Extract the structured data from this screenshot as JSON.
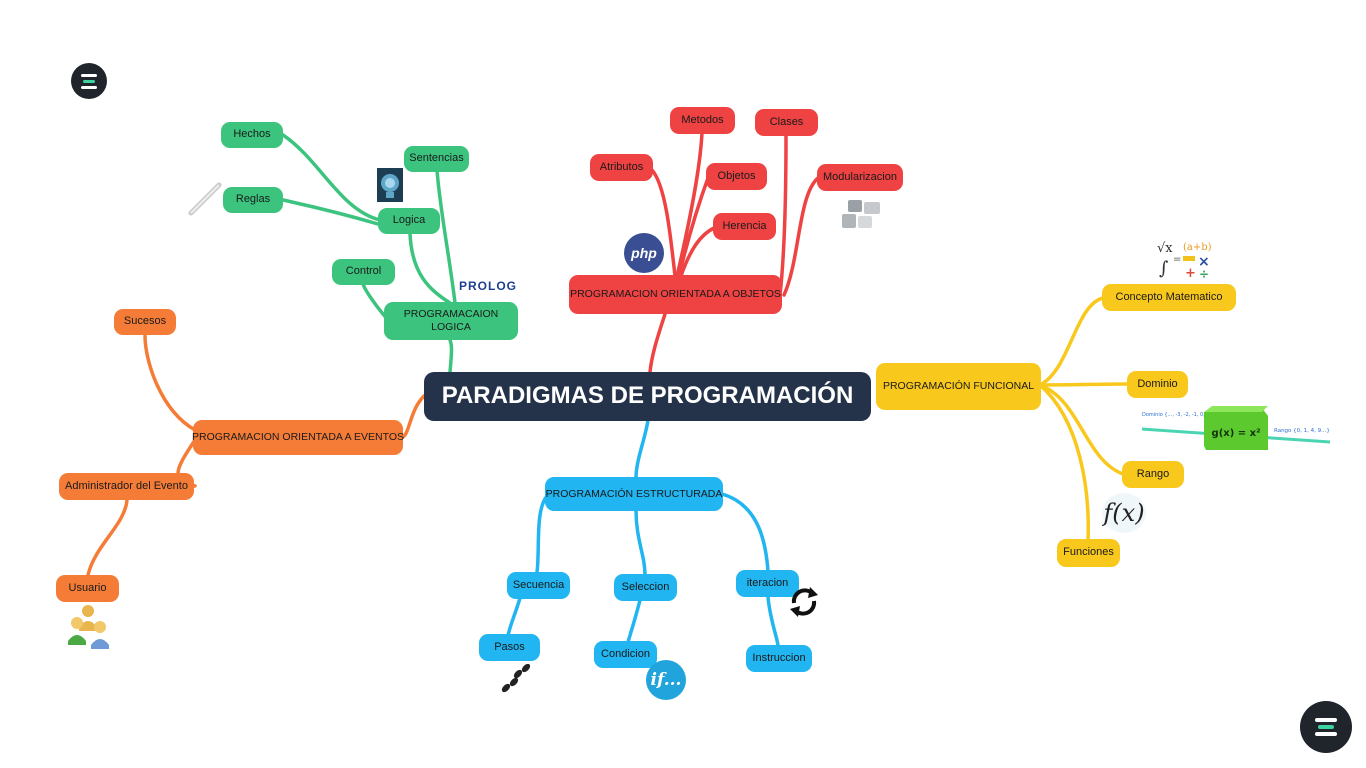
{
  "central": "PARADIGMAS DE PROGRAMACIÓN",
  "branches": {
    "logica": {
      "title": "PROGRAMACAION\nLOGICA",
      "control": "Control",
      "sentencias": "Sentencias",
      "logica": "Logica",
      "hechos": "Hechos",
      "reglas": "Reglas",
      "prolog_logo": "PROLOG"
    },
    "objetos": {
      "title": "PROGRAMACION ORIENTADA A OBJETOS",
      "atributos": "Atributos",
      "metodos": "Metodos",
      "objetos": "Objetos",
      "herencia": "Herencia",
      "clases": "Clases",
      "modularizacion": "Modularizacion",
      "php_logo": "php"
    },
    "funcional": {
      "title": "PROGRAMACIÓN FUNCIONAL",
      "concepto": "Concepto Matematico",
      "dominio": "Dominio",
      "rango": "Rango",
      "funciones": "Funciones",
      "fx": "f(x)",
      "gx_label": "g(x) = x²",
      "range_label": "Rango {0, 1, 4, 9...}",
      "domain_label": "Dominio {..., -3, -2, -1, 0, 1, 2, 3, ...}"
    },
    "eventos": {
      "title": "PROGRAMACION ORIENTADA A EVENTOS",
      "sucesos": "Sucesos",
      "administrador": "Administrador del Evento",
      "usuario": "Usuario"
    },
    "estructurada": {
      "title": "PROGRAMACIÓN ESTRUCTURADA",
      "secuencia": "Secuencia",
      "pasos": "Pasos",
      "seleccion": "Seleccion",
      "condicion": "Condicion",
      "iteracion": "iteracion",
      "instruccion": "Instruccion",
      "if_text": "if..."
    }
  },
  "colors": {
    "logica": "#3cc47e",
    "objetos": "#ef4242",
    "funcional": "#f9c81c",
    "eventos": "#f47c36",
    "estructurada": "#21b5f1",
    "central": "#24334a"
  },
  "icons": [
    "app-logo-icon",
    "prolog-logo-icon",
    "php-logo-icon",
    "puzzle-icon",
    "math-symbols-icon",
    "function-box-icon",
    "fx-icon",
    "users-icon",
    "footsteps-icon",
    "if-icon",
    "refresh-icon",
    "ruler-icon",
    "brain-icon"
  ]
}
